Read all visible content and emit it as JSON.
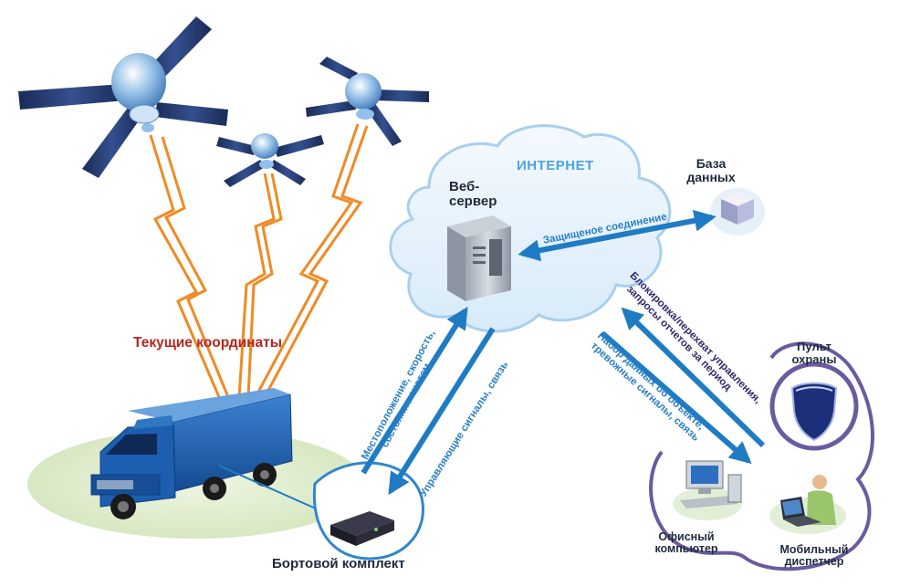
{
  "labels": {
    "internet": "ИНТЕРНЕТ",
    "web_server_line1": "Веб-",
    "web_server_line2": "сервер",
    "database_line1": "База",
    "database_line2": "данных",
    "secure_connection": "Защищеное соединение",
    "current_coordinates": "Текущие координаты",
    "onboard_kit": "Бортовой комплект",
    "security_console_line1": "Пульт",
    "security_console_line2": "охраны",
    "office_computer_line1": "Офисный",
    "office_computer_line2": "компьютер",
    "mobile_dispatcher_line1": "Мобильный",
    "mobile_dispatcher_line2": "диспетчер",
    "uplink_line1": "Местоположение, скорость,",
    "uplink_line2": "состояние систем",
    "downlink": "Управляющие сигналы, связь",
    "control_line1": "Блокировка/перехват управления,",
    "control_line2": "запросы отчетов за период",
    "data_line1": "Набор данных об объекте,",
    "data_line2": "тревожные сигналы, связь"
  },
  "colors": {
    "cloud": "#e4f1fb",
    "cloud_edge": "#a9cfee",
    "arrow": "#1f7cc4",
    "lightning": "#f08a24",
    "coordinates_text": "#b3261e",
    "internet_text": "#4aa3df",
    "truck": "#1c5fb0",
    "ring": "#6b5aa0",
    "ground": "#dfeccd"
  },
  "icons": [
    "satellite-icon",
    "truck-icon",
    "server-icon",
    "database-cube-icon",
    "shield-icon",
    "computer-icon",
    "laptop-user-icon",
    "onboard-device-icon"
  ]
}
